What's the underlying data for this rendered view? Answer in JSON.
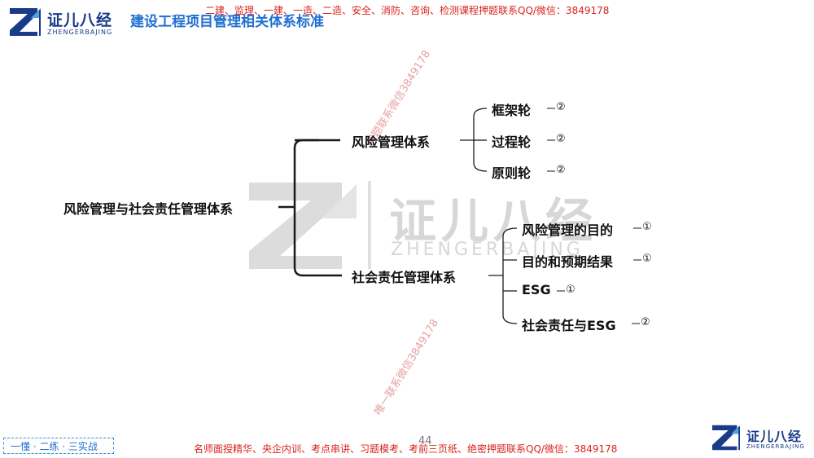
{
  "header": {
    "logo_cn": "证儿八经",
    "logo_en": "ZHENGERBAJING",
    "title": "建设工程项目管理相关体系标准",
    "top_banner": "二建、监理、一建、一造、二造、安全、消防、咨询、检测课程押题联系QQ/微信：3849178"
  },
  "mindmap": {
    "root": "风险管理与社会责任管理体系",
    "branches": [
      {
        "label": "风险管理体系",
        "children": [
          {
            "label": "框架轮",
            "badge": "②"
          },
          {
            "label": "过程轮",
            "badge": "②"
          },
          {
            "label": "原则轮",
            "badge": "②"
          }
        ]
      },
      {
        "label": "社会责任管理体系",
        "children": [
          {
            "label": "风险管理的目的",
            "badge": "①"
          },
          {
            "label": "目的和预期结果",
            "badge": "①"
          },
          {
            "label": "ESG",
            "badge": "①"
          },
          {
            "label": "社会责任与ESG",
            "badge": "②"
          }
        ]
      }
    ]
  },
  "watermark": {
    "center_cn": "证儿八经",
    "center_en": "ZHENGERBAJING",
    "diagonal_top": "押题联系微信3849178",
    "diagonal_bottom": "唯一联系微信3849178"
  },
  "footer": {
    "slogan": "一懂 · 二练 · 三实战",
    "page_number": "44",
    "banner": "名师面授精华、央企内训、考点串讲、习题模考、考前三页纸、绝密押题联系QQ/微信：3849178",
    "logo_cn": "证儿八经",
    "logo_en": "ZHENGERBAJING"
  },
  "colors": {
    "brand_blue": "#1a3a8a",
    "title_blue": "#1f6fd1",
    "banner_red": "#d9231c",
    "watermark_gray": "#d7d7d7"
  }
}
